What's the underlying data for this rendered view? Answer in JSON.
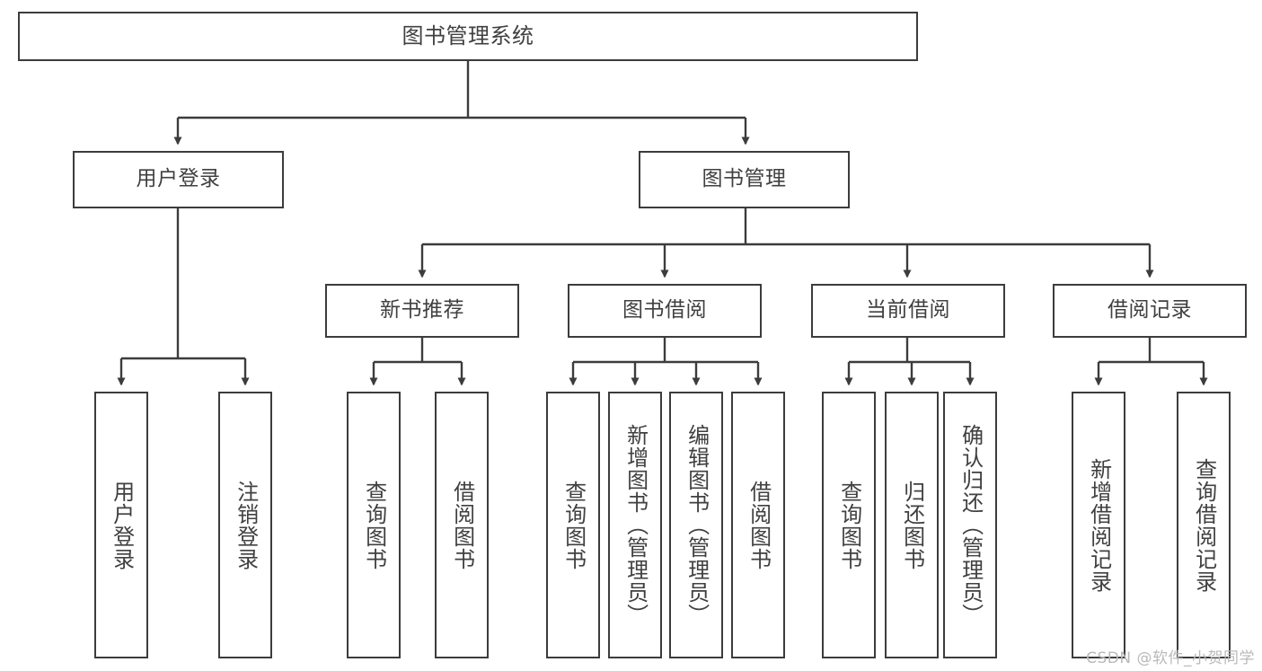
{
  "diagram": {
    "title": "图书管理系统",
    "type": "tree-hierarchy",
    "watermark": "CSDN @软件_小贺同学",
    "colors": {
      "box_border": "#3c3c3c",
      "box_fill": "#ffffff",
      "edge": "#3c3c3c",
      "text": "#404040",
      "watermark": "#b9b9b9",
      "background": "#ffffff"
    },
    "root": {
      "label": "图书管理系统"
    },
    "level2": [
      {
        "label": "用户登录"
      },
      {
        "label": "图书管理"
      }
    ],
    "level3": [
      {
        "label": "新书推荐"
      },
      {
        "label": "图书借阅"
      },
      {
        "label": "当前借阅"
      },
      {
        "label": "借阅记录"
      }
    ],
    "leaves": {
      "user_login": [
        {
          "label": "用户登录"
        },
        {
          "label": "注销登录"
        }
      ],
      "new_book_recommend": [
        {
          "label": "查询图书"
        },
        {
          "label": "借阅图书"
        }
      ],
      "book_borrow": [
        {
          "label": "查询图书"
        },
        {
          "label": "新增图书（管理员）"
        },
        {
          "label": "编辑图书（管理员）"
        },
        {
          "label": "借阅图书"
        }
      ],
      "current_borrow": [
        {
          "label": "查询图书"
        },
        {
          "label": "归还图书"
        },
        {
          "label": "确认归还（管理员）"
        }
      ],
      "borrow_record": [
        {
          "label": "新增借阅记录"
        },
        {
          "label": "查询借阅记录"
        }
      ]
    }
  }
}
